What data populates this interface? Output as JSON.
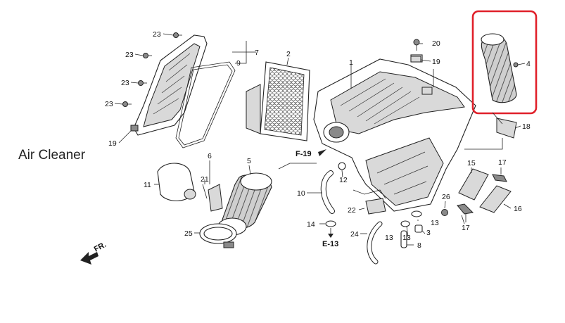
{
  "title": "Air Cleaner",
  "highlight_color": "#e0202a",
  "part_numbers": {
    "p1": "1",
    "p2": "2",
    "p3": "3",
    "p4": "4",
    "p5": "5",
    "p6": "6",
    "p7": "7",
    "p8": "8",
    "p9": "9",
    "p10": "10",
    "p11": "11",
    "p12": "12",
    "p13a": "13",
    "p13b": "13",
    "p13c": "13",
    "p14": "14",
    "p15": "15",
    "p16": "16",
    "p17a": "17",
    "p17b": "17",
    "p18": "18",
    "p19a": "19",
    "p19b": "19",
    "p20": "20",
    "p21": "21",
    "p22": "22",
    "p23a": "23",
    "p23b": "23",
    "p23c": "23",
    "p23d": "23",
    "p24": "24",
    "p25": "25",
    "p26": "26"
  },
  "references": {
    "f19": "F-19",
    "e13": "E-13"
  },
  "direction": {
    "label": "FR."
  },
  "icons": {
    "front_arrow": "front-direction-arrow-icon",
    "ref_arrow": "reference-arrow-icon"
  }
}
